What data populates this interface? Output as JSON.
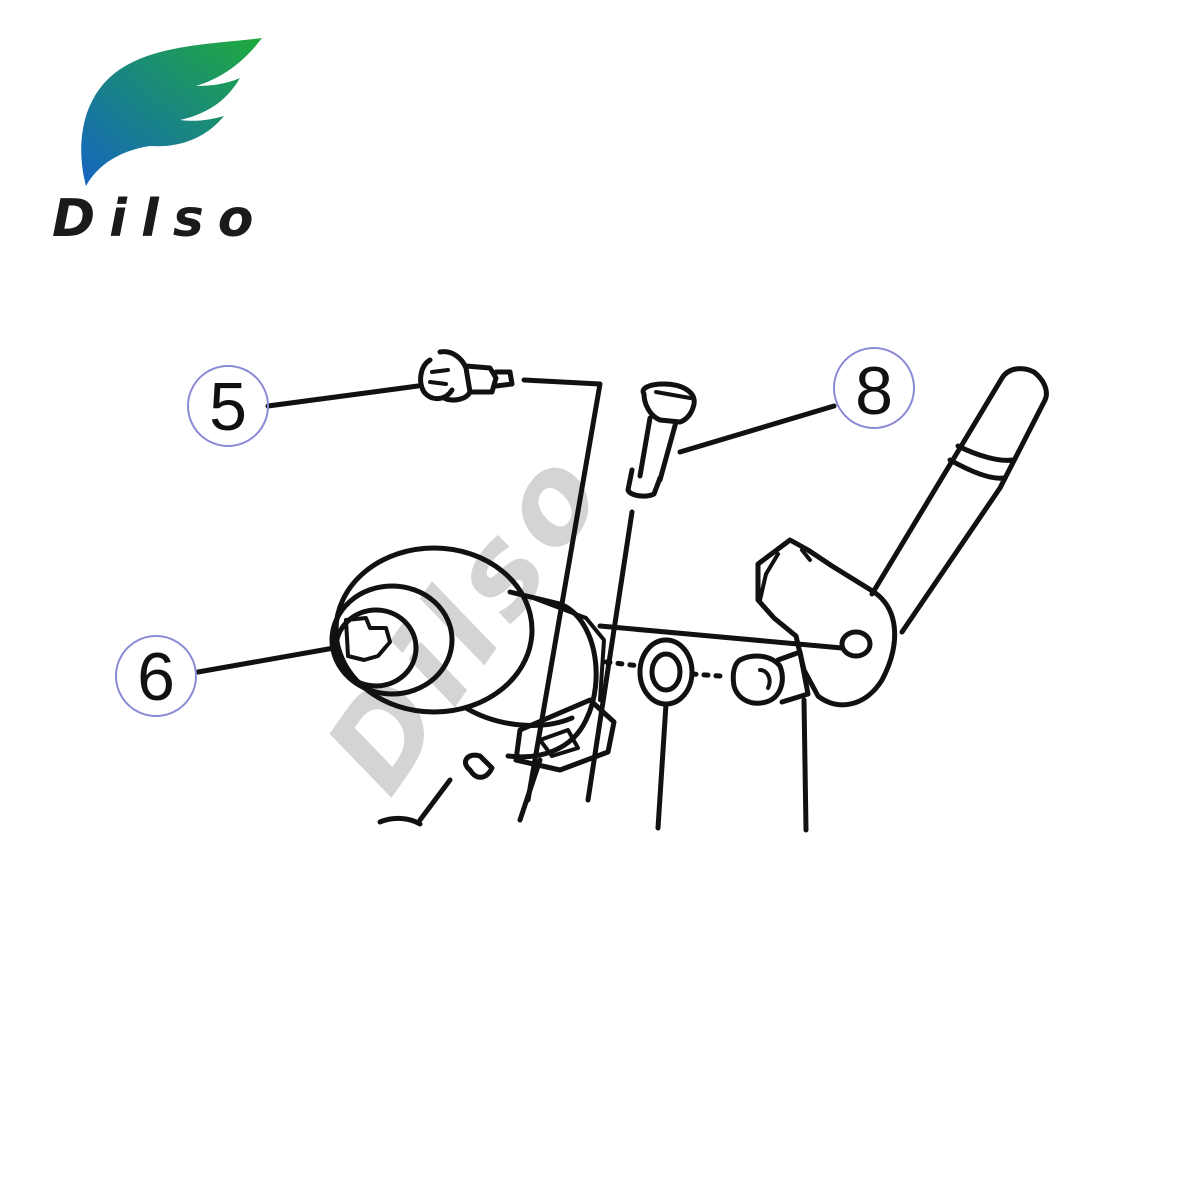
{
  "brand": {
    "name": "Dilso",
    "watermark": "Dilso",
    "gradient_start": "#1565c0",
    "gradient_end": "#1faa3c",
    "text_color": "#1a1a1a"
  },
  "diagram": {
    "line_color": "#111111",
    "callout_ring_color": "#8a8ad6",
    "watermark_color": "#d4d4d4",
    "callouts": [
      {
        "id": "5",
        "label": "5"
      },
      {
        "id": "6",
        "label": "6"
      },
      {
        "id": "8",
        "label": "8"
      }
    ]
  }
}
